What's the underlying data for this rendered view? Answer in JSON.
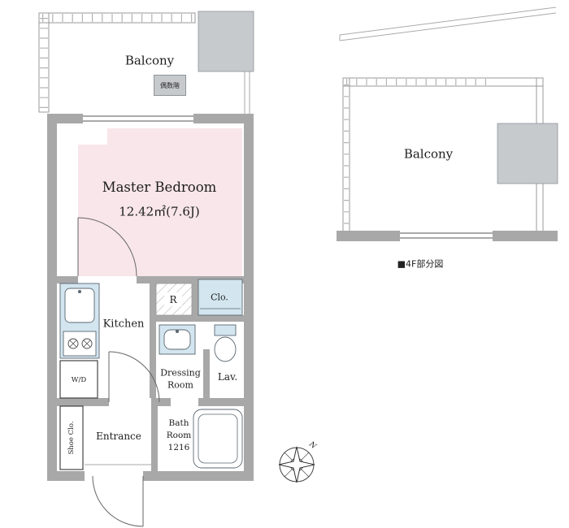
{
  "left_plan": {
    "balcony_label": "Balcony",
    "floor_note": "偶数階",
    "bedroom_name": "Master Bedroom",
    "bedroom_area": "12.42㎡(7.6J)",
    "kitchen_label": "Kitchen",
    "refrigerator_label": "R",
    "closet_label": "Clo.",
    "dressing_room_line1": "Dressing",
    "dressing_room_line2": "Room",
    "lavatory_label": "Lav.",
    "washer_dryer_label": "W/D",
    "shoe_closet_label": "Shoe Clo.",
    "entrance_label": "Entrance",
    "bathroom_line1": "Bath",
    "bathroom_line2": "Room",
    "bathroom_line3": "1216"
  },
  "right_plan": {
    "balcony_label": "Balcony",
    "caption": "■4F部分図"
  },
  "compass": {
    "north_label": "N"
  },
  "colors": {
    "wall": "#a8a8a8",
    "bedroom": "#f8e6ea",
    "fixture": "#d3e6f0",
    "equipment": "#c6cacd",
    "line": "#555555"
  }
}
